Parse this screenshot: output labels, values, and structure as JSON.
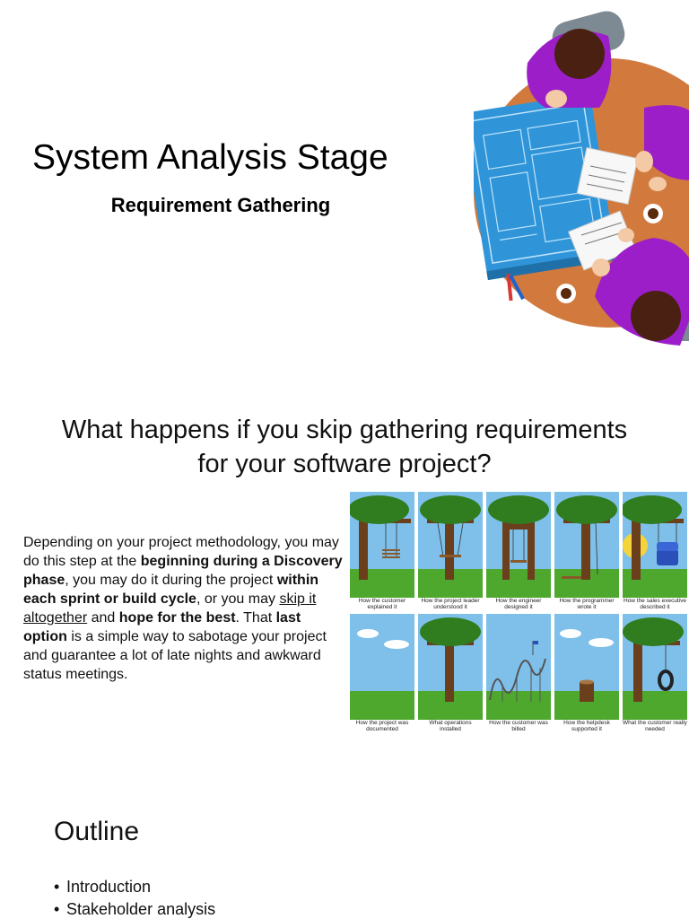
{
  "slide1": {
    "title": "System Analysis Stage",
    "subtitle": "Requirement Gathering",
    "illustration": "meeting-table-illustration",
    "colors": {
      "table": "#d27a3e",
      "blueprint": "#2f95d8",
      "shirt": "#9b1ec9",
      "hair": "#4a2012"
    }
  },
  "slide2": {
    "title_line1": "What happens if you skip gathering requirements",
    "title_line2": "for your software project?",
    "body": {
      "t1": "Depending on your project methodology, you may do this step at the ",
      "b1": "beginning during a Discovery phase",
      "t2": ", you may do it during the project ",
      "b2": "within each sprint or build cycle",
      "t3": ", or you may ",
      "u1": "skip it altogether",
      "t4": " and ",
      "b3": "hope for the best",
      "t5": ". That ",
      "b4": "last option",
      "t6": " is a simple way to sabotage your project and guarantee a lot of late nights and awkward status meetings."
    },
    "cartoon": {
      "panels": [
        {
          "caption": "How the customer explained it"
        },
        {
          "caption": "How the project leader understood it"
        },
        {
          "caption": "How the engineer designed it"
        },
        {
          "caption": "How the programmer wrote it"
        },
        {
          "caption": "How the sales executive described it"
        },
        {
          "caption": "How the project was documented"
        },
        {
          "caption": "What operations installed"
        },
        {
          "caption": "How the customer was billed"
        },
        {
          "caption": "How the helpdesk supported it"
        },
        {
          "caption": "What the customer really needed"
        }
      ],
      "colors": {
        "sky": "#7ec0ea",
        "grass": "#4ea82e",
        "trunk": "#6b3f1c",
        "leaves": "#2f7d1e"
      }
    }
  },
  "slide3": {
    "title": "Outline",
    "items": [
      "Introduction",
      "Stakeholder analysis"
    ]
  }
}
